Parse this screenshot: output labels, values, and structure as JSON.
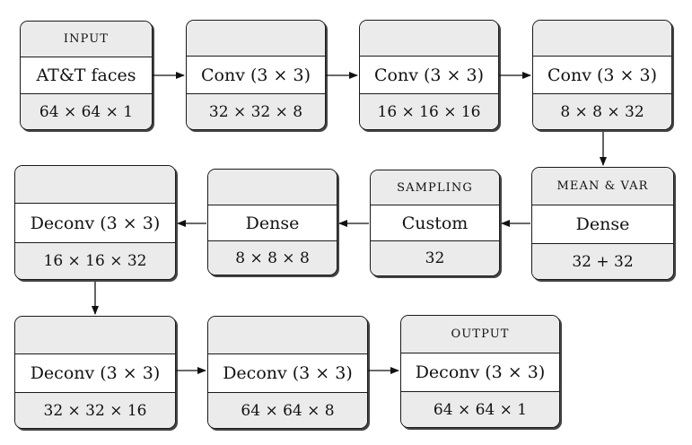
{
  "blocks": [
    {
      "id": "input",
      "header": "INPUT",
      "op": "AT&T faces",
      "dims": "64 × 64 × 1"
    },
    {
      "id": "conv1",
      "header": "",
      "op": "Conv (3 × 3)",
      "dims": "32 × 32 × 8"
    },
    {
      "id": "conv2",
      "header": "",
      "op": "Conv (3 × 3)",
      "dims": "16 × 16 × 16"
    },
    {
      "id": "conv3",
      "header": "",
      "op": "Conv (3 × 3)",
      "dims": "8 × 8 × 32"
    },
    {
      "id": "meanvar",
      "header": "MEAN & VAR",
      "op": "Dense",
      "dims": "32 + 32"
    },
    {
      "id": "sampling",
      "header": "SAMPLING",
      "op": "Custom",
      "dims": "32"
    },
    {
      "id": "dense",
      "header": "",
      "op": "Dense",
      "dims": "8 × 8 × 8"
    },
    {
      "id": "deconv1",
      "header": "",
      "op": "Deconv (3 × 3)",
      "dims": "16 × 16 × 32"
    },
    {
      "id": "deconv2",
      "header": "",
      "op": "Deconv (3 × 3)",
      "dims": "32 × 32 × 16"
    },
    {
      "id": "deconv3",
      "header": "",
      "op": "Deconv (3 × 3)",
      "dims": "64 × 64 × 8"
    },
    {
      "id": "output",
      "header": "OUTPUT",
      "op": "Deconv (3 × 3)",
      "dims": "64 × 64 × 1"
    }
  ]
}
